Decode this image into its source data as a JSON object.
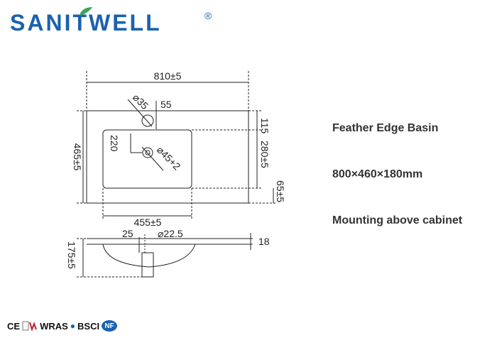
{
  "brand": {
    "name": "SANITWELL",
    "registered": "®",
    "leaf_icon": "leaf-icon",
    "color": "#1a62b0"
  },
  "drawing": {
    "dimensions": {
      "overall_width": "810±5",
      "overall_depth": "465±5",
      "tap_hole_diameter": "⌀35",
      "tap_offset": "55",
      "tap_to_back": "115",
      "drain_to_edge": "220",
      "drain_diameter": "⌀45+2",
      "basin_depth": "280±5",
      "front_margin": "65±5",
      "basin_width": "455±5",
      "overflow_offset": "25",
      "overflow_diameter": "⌀22.5",
      "top_thickness": "18",
      "total_height": "175±5"
    }
  },
  "specs": {
    "name": "Feather Edge Basin",
    "size": "800×460×180mm",
    "mounting": "Mounting above cabinet"
  },
  "certifications": [
    "CE",
    "WRAS",
    "BSCI",
    "NF"
  ]
}
